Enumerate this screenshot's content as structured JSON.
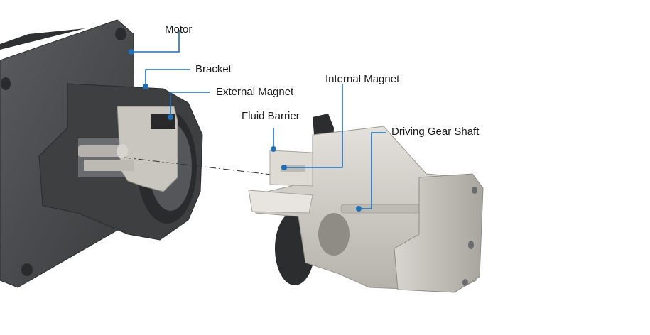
{
  "labels": {
    "motor": "Motor",
    "bracket": "Bracket",
    "external_magnet": "External Magnet",
    "internal_magnet": "Internal Magnet",
    "fluid_barrier": "Fluid Barrier",
    "driving_gear_shaft": "Driving Gear Shaft"
  },
  "colors": {
    "leader": "#1f6fb8",
    "motor_body": "#4a4b4d",
    "bracket_body": "#3e3f41",
    "magnet": "#2a2a2a",
    "pump_body": "#cfcbc6",
    "pump_shade": "#a9a59f",
    "barrier": "#dedad4"
  }
}
